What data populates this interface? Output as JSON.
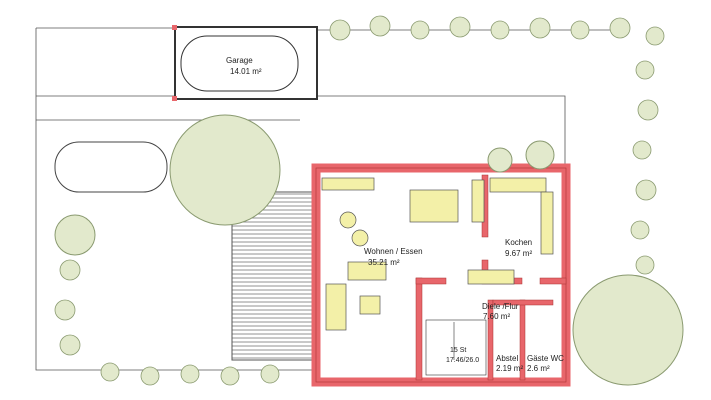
{
  "rooms": {
    "garage": {
      "name": "Garage",
      "area": "14.01 m²"
    },
    "wohnen": {
      "name": "Wohnen / Essen",
      "area": "35.21 m²"
    },
    "kochen": {
      "name": "Kochen",
      "area": "9.67 m²"
    },
    "diele": {
      "name": "Diele /Flur",
      "area": "7.60 m²"
    },
    "abstell": {
      "name": "Abstel",
      "area": "2.19 m²"
    },
    "gaeste_wc": {
      "name": "Gäste WC",
      "area": "2.6 m²"
    }
  },
  "stair": {
    "label": "15 St",
    "dims": "17.46/26.0"
  },
  "colors": {
    "wall": "#e8666b",
    "furniture": "#f3f0a8",
    "tree": "#e2e9cc",
    "tree_dark": "#3f7a2a",
    "line": "#444444"
  }
}
